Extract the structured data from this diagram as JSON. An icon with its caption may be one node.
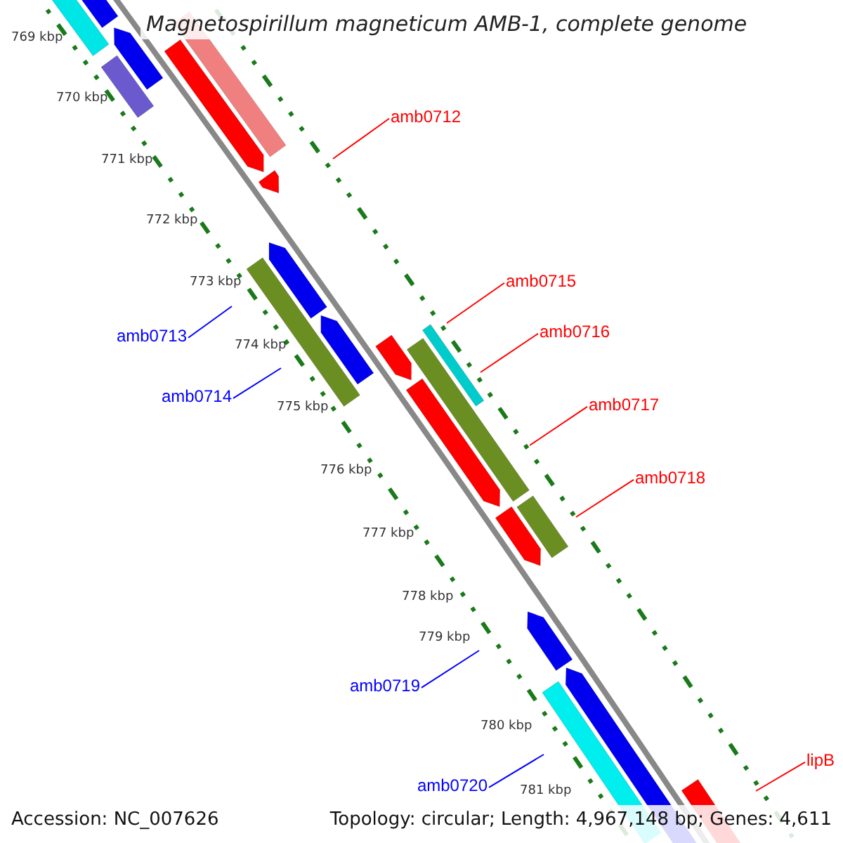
{
  "diagram": {
    "title": "Magnetospirillum magneticum AMB-1, complete genome",
    "nodes": [
      {
        "text": [
          "amb0712"
        ]
      },
      {
        "text": [
          "amb0715"
        ]
      },
      {
        "text": [
          "amb0716"
        ]
      },
      {
        "text": [
          "amb0713"
        ]
      },
      {
        "text": [
          "amb0714"
        ]
      },
      {
        "text": [
          "amb0717"
        ]
      },
      {
        "text": [
          "amb0718"
        ]
      },
      {
        "text": [
          "amb0719"
        ]
      },
      {
        "text": [
          "lipB"
        ]
      },
      {
        "text": [
          "amb0720"
        ]
      }
    ],
    "edges": [
      {
        "from": 0,
        "to": null,
        "arrow": "none"
      },
      {
        "from": 1,
        "to": null,
        "arrow": "none"
      },
      {
        "from": 2,
        "to": null,
        "arrow": "none"
      },
      {
        "from": 3,
        "to": null,
        "arrow": "none",
        "color": "#0000ff"
      },
      {
        "from": 4,
        "to": null,
        "arrow": "none",
        "color": "#0000ff"
      },
      {
        "from": 5,
        "to": null,
        "arrow": "none"
      },
      {
        "from": 6,
        "to": null,
        "arrow": "none"
      },
      {
        "from": 7,
        "to": null,
        "arrow": "none",
        "color": "#0000ff"
      },
      {
        "from": 8,
        "to": null,
        "arrow": "none"
      },
      {
        "from": 9,
        "to": null,
        "arrow": "none",
        "color": "#0000ff"
      }
    ],
    "labels": [
      "769 kbp",
      "770 kbp",
      "771 kbp",
      "772 kbp",
      "773 kbp",
      "774 kbp",
      "775 kbp",
      "776 kbp",
      "777 kbp",
      "778 kbp",
      "779 kbp",
      "780 kbp",
      "781 kbp",
      "Accession: NC_007626",
      "Topology: circular; Length: 4,967,148 bp; Genes: 4,611"
    ]
  }
}
